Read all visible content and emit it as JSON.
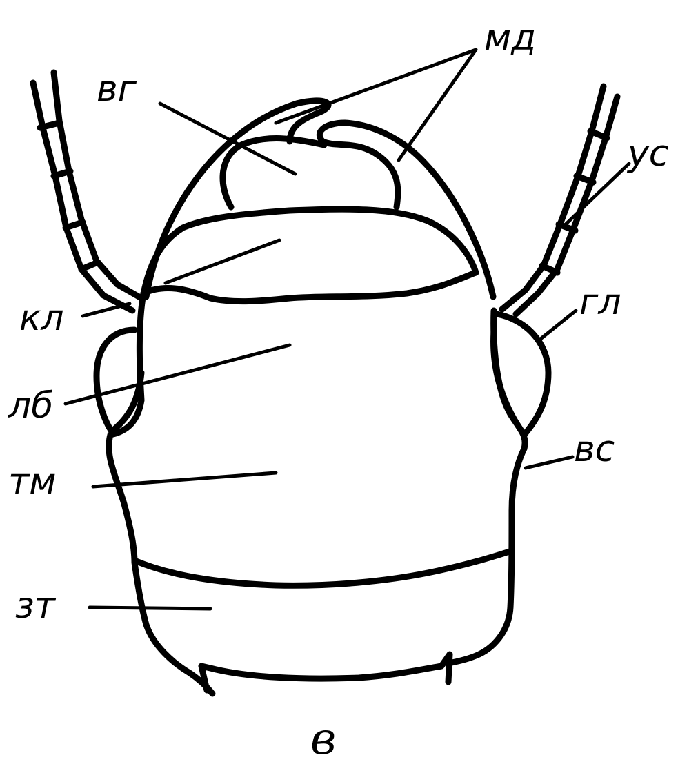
{
  "labels": {
    "md": "мд",
    "vg": "вг",
    "us": "ус",
    "kl": "кл",
    "gl": "гл",
    "lb": "лб",
    "vs": "вс",
    "tm": "тм",
    "zt": "зт"
  },
  "caption": "в"
}
